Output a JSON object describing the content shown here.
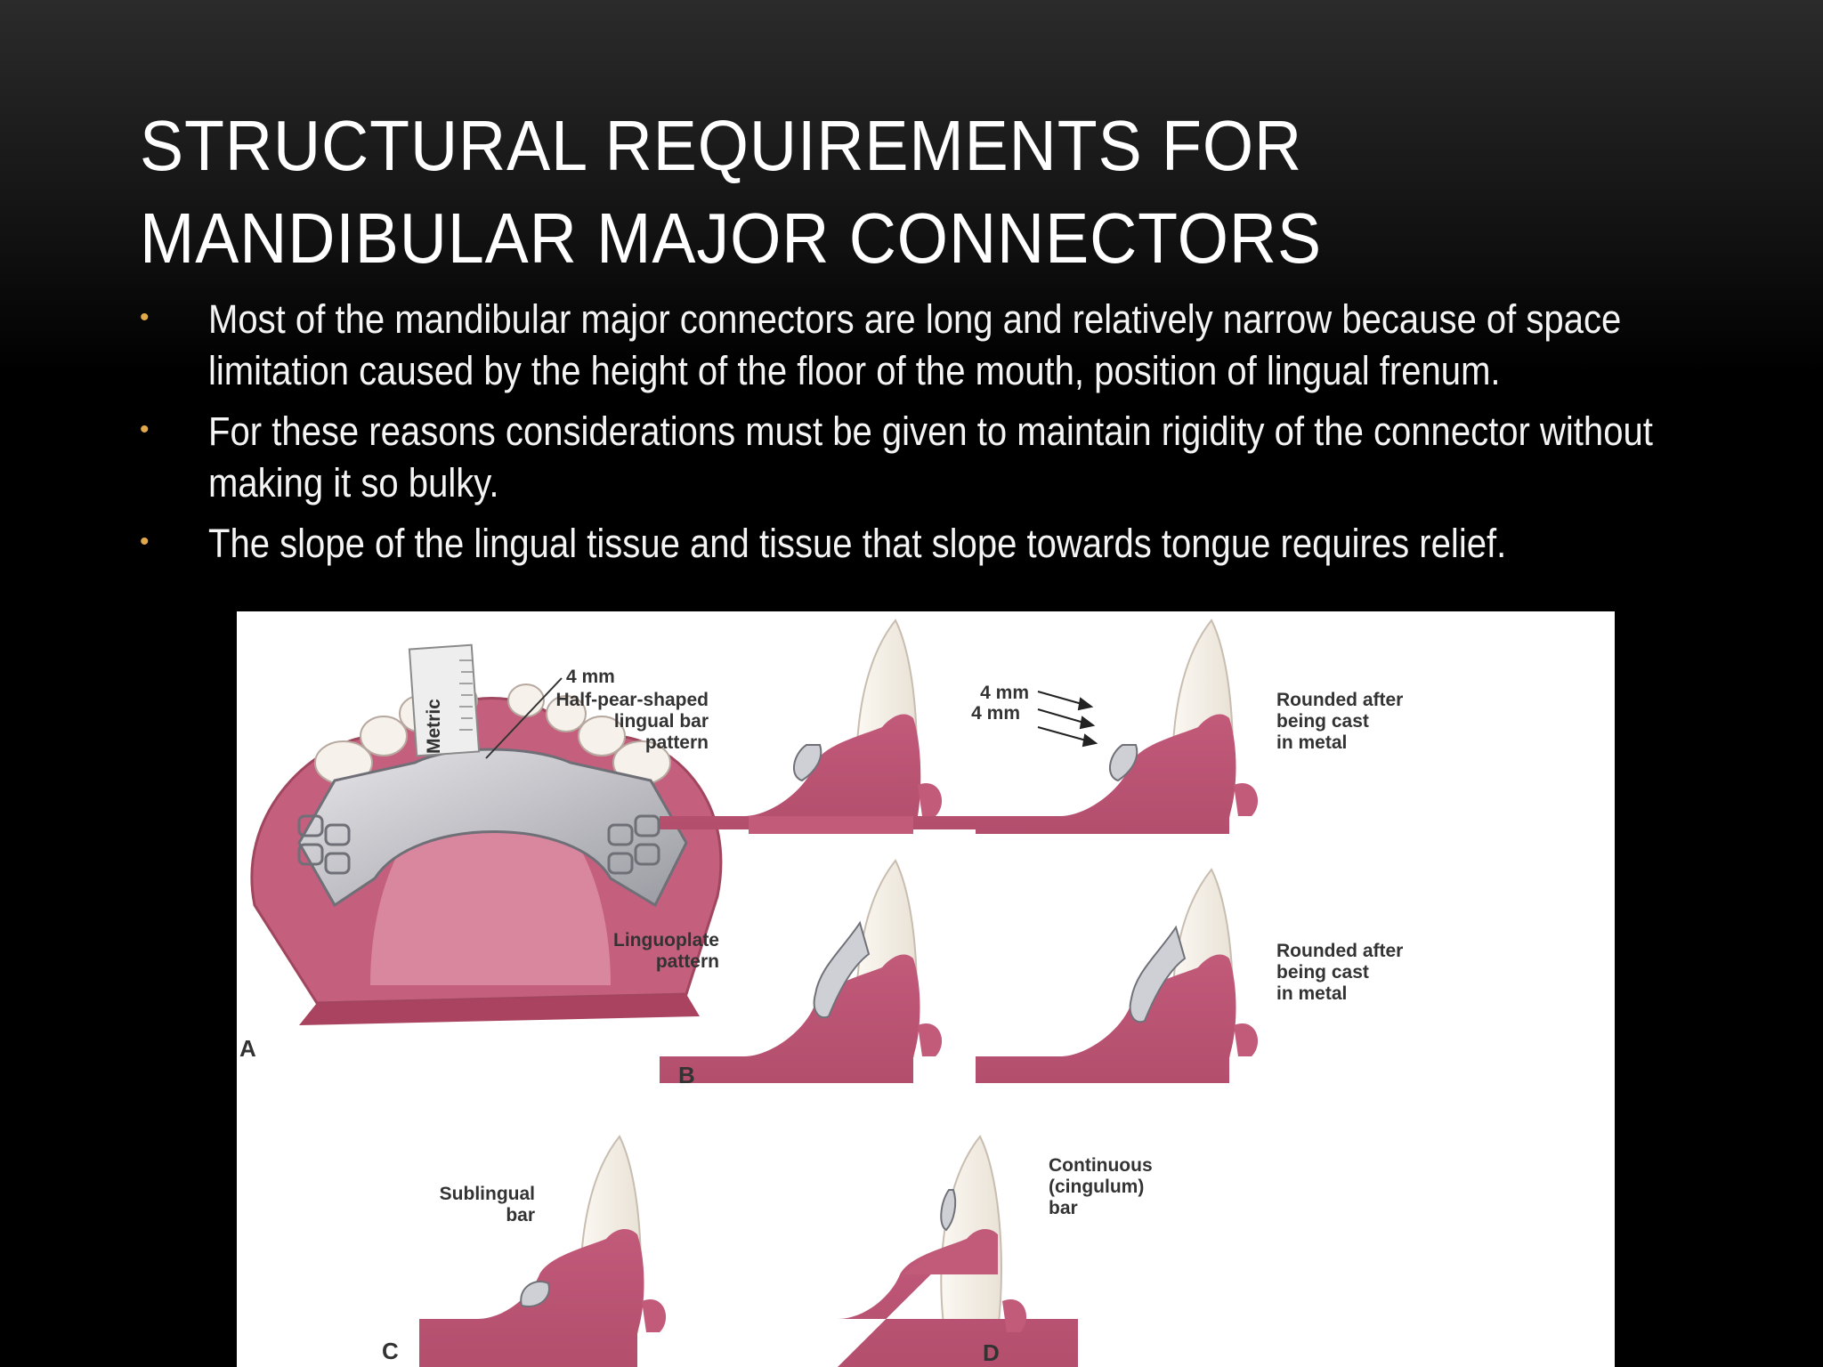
{
  "slide": {
    "title_line1": "STRUCTURAL REQUIREMENTS FOR",
    "title_line2": "MANDIBULAR MAJOR CONNECTORS",
    "bullet_color": "#e3a84a",
    "bullets": [
      "Most of the mandibular major connectors are long and relatively narrow because of space limitation caused by the height of the floor of the mouth, position of lingual frenum.",
      "For these reasons considerations must be given to maintain rigidity of the connector without making it so bulky.",
      "The slope of the lingual tissue and tissue that slope towards tongue requires relief."
    ]
  },
  "figure": {
    "panel_a": {
      "letter": "A",
      "measure": "4 mm",
      "ruler_text": "Metric"
    },
    "panel_b": {
      "letter": "B",
      "top_left": [
        "Half-pear-shaped",
        "lingual bar",
        "pattern"
      ],
      "top_right_measures": [
        "4 mm",
        "4 mm"
      ],
      "top_right": [
        "Rounded after",
        "being cast",
        "in metal"
      ],
      "bottom_left": [
        "Linguoplate",
        "pattern"
      ],
      "bottom_right": [
        "Rounded after",
        "being cast",
        "in metal"
      ]
    },
    "panel_c": {
      "letter": "C",
      "label": [
        "Sublingual",
        "bar"
      ]
    },
    "panel_d": {
      "letter": "D",
      "label": [
        "Continuous",
        "(cingulum)",
        "bar"
      ]
    }
  }
}
